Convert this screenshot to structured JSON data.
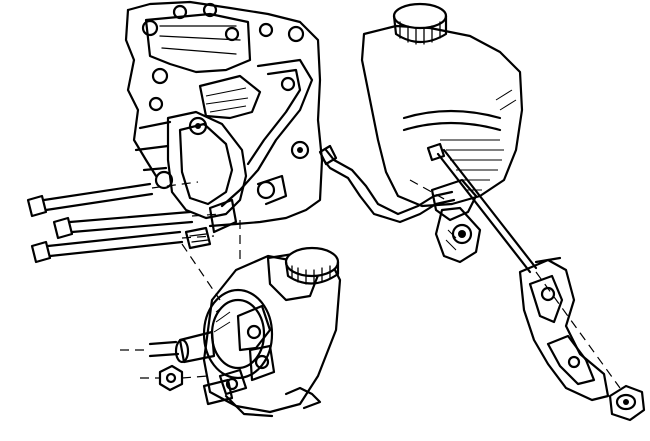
{
  "figure": {
    "parts": [
      "engine-block-mount",
      "power-steering-pump-assembly",
      "remote-reservoir",
      "mounting-bracket",
      "mounting-bolts",
      "mounting-nuts",
      "hose-line"
    ],
    "ink_color": "#000000",
    "background_color": "#ffffff"
  }
}
